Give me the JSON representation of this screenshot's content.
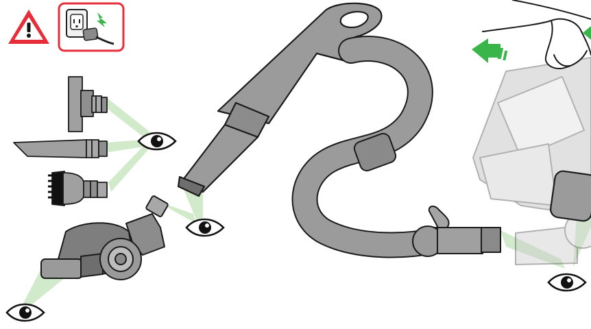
{
  "colors": {
    "warning_red": "#e52e3a",
    "arrow_green": "#3ab54a",
    "sight_beam": "#c9e8c4",
    "part_gray": "#9b9b9b",
    "part_dark": "#6b6b6b",
    "outline": "#1a1a1a",
    "ghost_machine": "#cfcfcf"
  },
  "icons": {
    "warning": "warning-triangle-icon",
    "unplug": "unplug-power-icon",
    "eye": "eye-icon",
    "rotate_arrow": "green-arrow-icon"
  },
  "parts": [
    "stubborn-dirt-tool",
    "crevice-tool",
    "soft-dusting-brush",
    "motorhead-floor-tool",
    "telescopic-wand",
    "flexible-hose",
    "cyclone-machine"
  ]
}
